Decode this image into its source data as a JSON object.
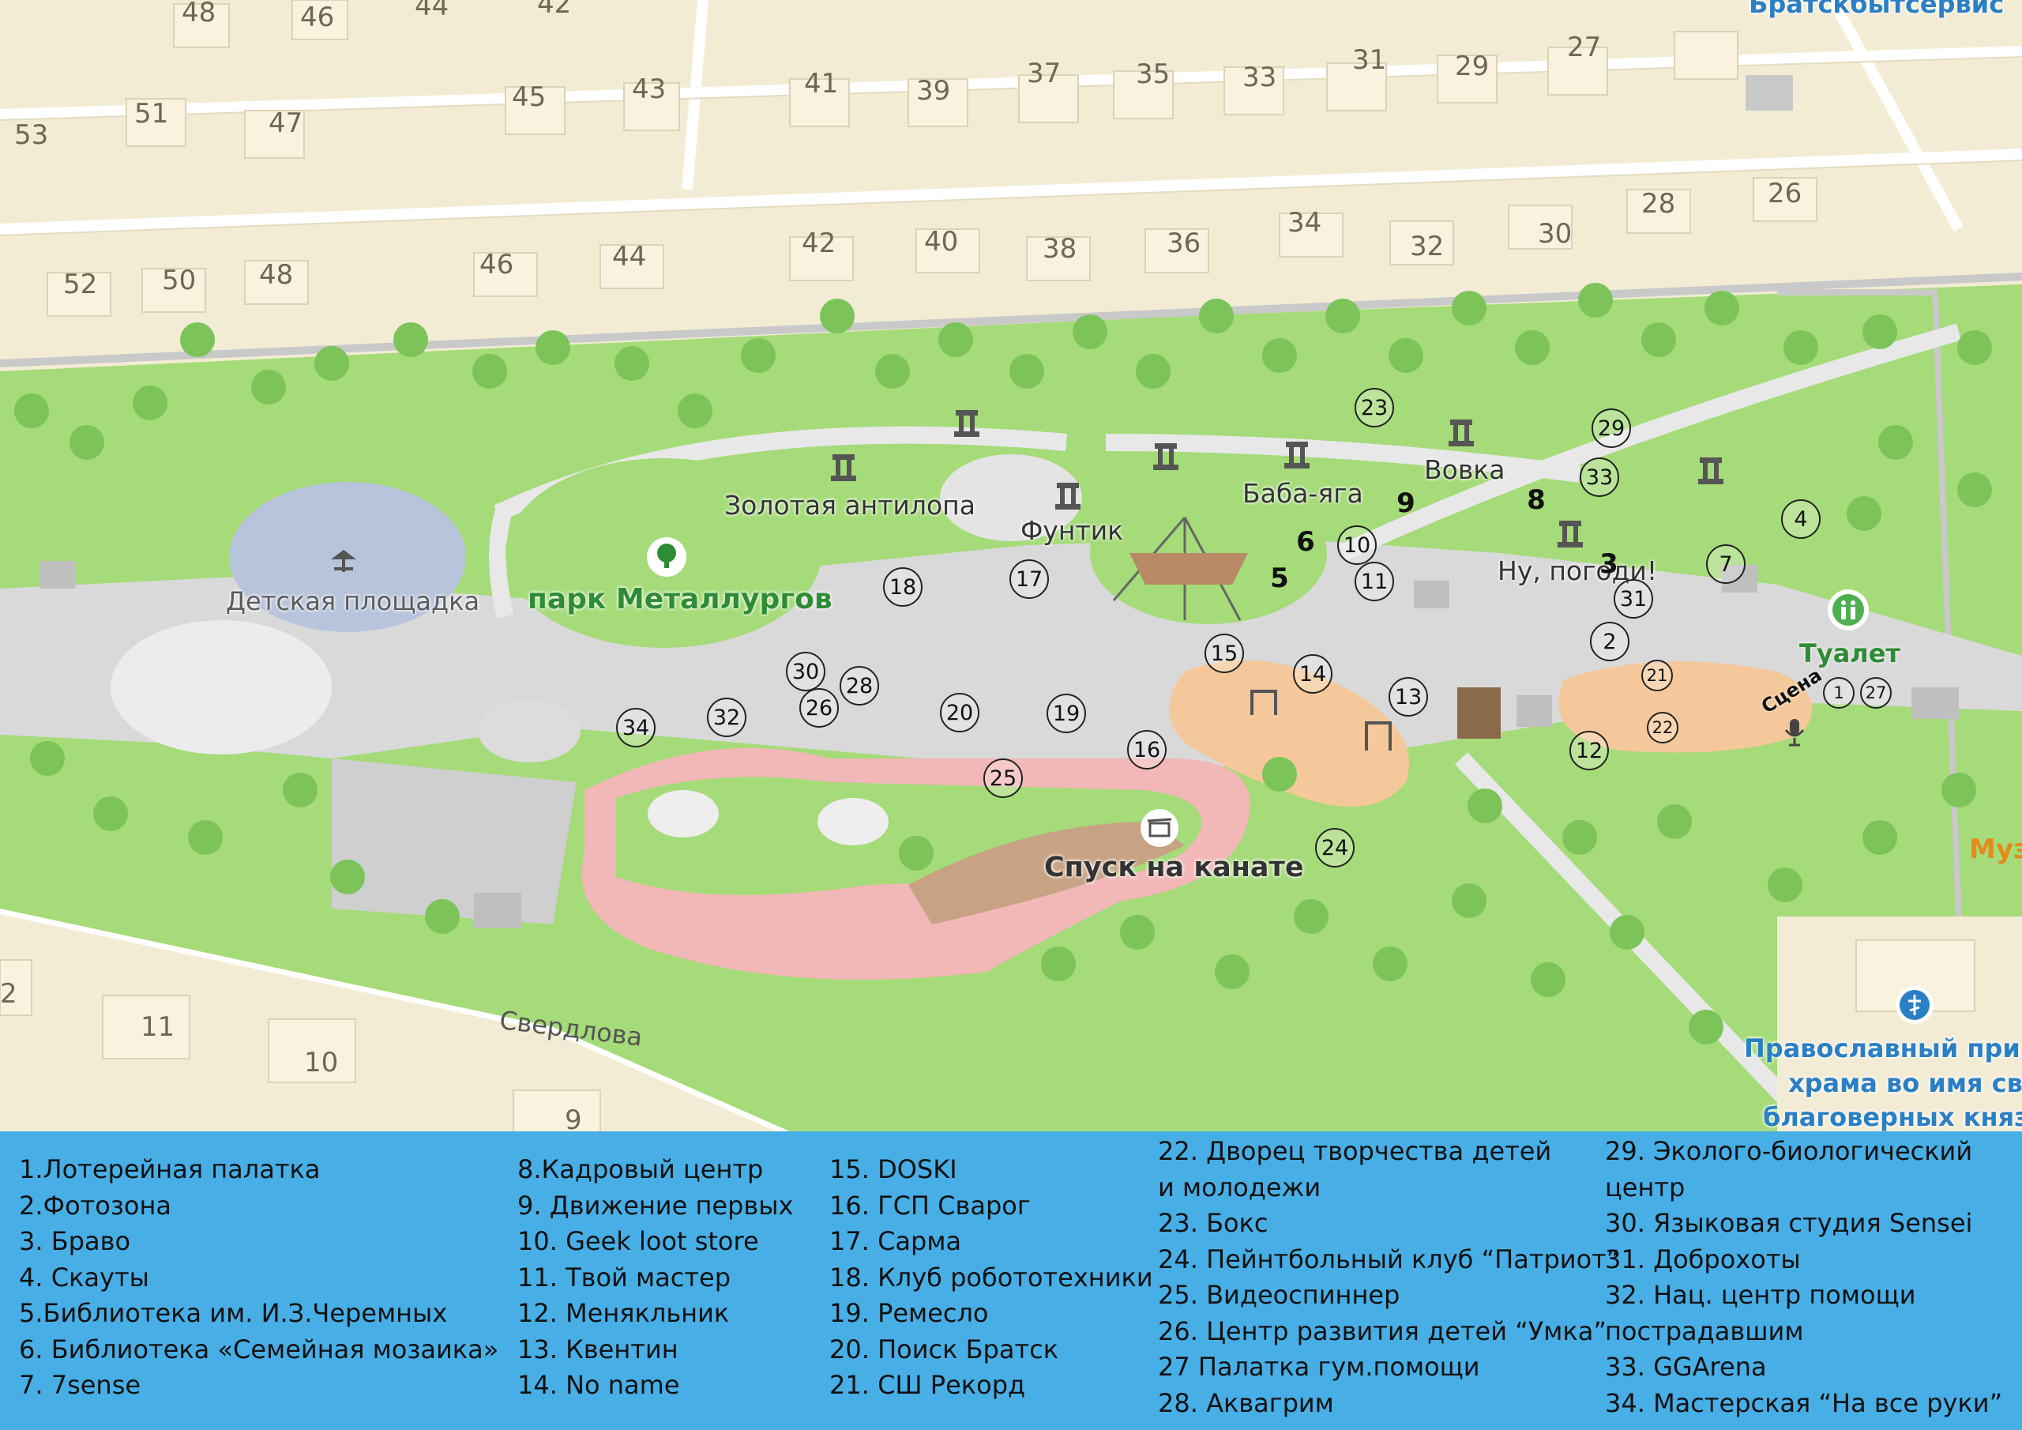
{
  "street_numbers": [
    {
      "id": "n48a",
      "t": "48"
    },
    {
      "id": "n46a",
      "t": "46"
    },
    {
      "id": "n44a",
      "t": "44"
    },
    {
      "id": "n42a",
      "t": "42"
    },
    {
      "id": "n51",
      "t": "51"
    },
    {
      "id": "n53",
      "t": "53"
    },
    {
      "id": "n47",
      "t": "47"
    },
    {
      "id": "n45",
      "t": "45"
    },
    {
      "id": "n43",
      "t": "43"
    },
    {
      "id": "n41",
      "t": "41"
    },
    {
      "id": "n39",
      "t": "39"
    },
    {
      "id": "n37",
      "t": "37"
    },
    {
      "id": "n35",
      "t": "35"
    },
    {
      "id": "n33",
      "t": "33"
    },
    {
      "id": "n31",
      "t": "31"
    },
    {
      "id": "n29",
      "t": "29"
    },
    {
      "id": "n27",
      "t": "27"
    },
    {
      "id": "n52",
      "t": "52"
    },
    {
      "id": "n50",
      "t": "50"
    },
    {
      "id": "n48b",
      "t": "48"
    },
    {
      "id": "n46b",
      "t": "46"
    },
    {
      "id": "n44b",
      "t": "44"
    },
    {
      "id": "n42b",
      "t": "42"
    },
    {
      "id": "n40",
      "t": "40"
    },
    {
      "id": "n38",
      "t": "38"
    },
    {
      "id": "n36",
      "t": "36"
    },
    {
      "id": "n34",
      "t": "34"
    },
    {
      "id": "n32",
      "t": "32"
    },
    {
      "id": "n30",
      "t": "30"
    },
    {
      "id": "n28",
      "t": "28"
    },
    {
      "id": "n26",
      "t": "26"
    },
    {
      "id": "n2",
      "t": "2"
    },
    {
      "id": "n11",
      "t": "11"
    },
    {
      "id": "n10",
      "t": "10"
    },
    {
      "id": "n9",
      "t": "9"
    }
  ],
  "places": {
    "playground": "Детская площадка",
    "park": "парк Металлургов",
    "antelope": "Золотая антилопа",
    "funtik": "Фунтик",
    "babayaga": "Баба-яга",
    "vovka": "Вовка",
    "nupogodi": "Ну, погоди!",
    "toilet": "Туалет",
    "stage": "Сцена",
    "zipline": "Спуск на канате",
    "street": "Свердлова",
    "service": "Братскбытсервис",
    "museum": "Муз",
    "church_1": "Православный при",
    "church_2": "храма во имя свят",
    "church_3": "благоверных княз"
  },
  "markers": [
    {
      "n": "23"
    },
    {
      "n": "29"
    },
    {
      "n": "33"
    },
    {
      "n": "9"
    },
    {
      "n": "8"
    },
    {
      "n": "4"
    },
    {
      "n": "6"
    },
    {
      "n": "10"
    },
    {
      "n": "3"
    },
    {
      "n": "7"
    },
    {
      "n": "5"
    },
    {
      "n": "11"
    },
    {
      "n": "31"
    },
    {
      "n": "2"
    },
    {
      "n": "18"
    },
    {
      "n": "17"
    },
    {
      "n": "15"
    },
    {
      "n": "14"
    },
    {
      "n": "21"
    },
    {
      "n": "30"
    },
    {
      "n": "28"
    },
    {
      "n": "26"
    },
    {
      "n": "13"
    },
    {
      "n": "1"
    },
    {
      "n": "27"
    },
    {
      "n": "22"
    },
    {
      "n": "34"
    },
    {
      "n": "32"
    },
    {
      "n": "20"
    },
    {
      "n": "19"
    },
    {
      "n": "16"
    },
    {
      "n": "12"
    },
    {
      "n": "25"
    },
    {
      "n": "24"
    }
  ],
  "legend": {
    "col1": [
      "1.Лотерейная палатка",
      "2.Фотозона",
      "3. Браво",
      "4. Скауты",
      "5.Библиотека им. И.З.Черемных",
      "6. Библиотека «Семейная мозаика»",
      "7. 7sense"
    ],
    "col2": [
      "8.Кадровый центр",
      "9. Движение первых",
      "10. Geek loot store",
      "11. Твой мастер",
      "12. Менякльник",
      "13. Квентин",
      "14. No name"
    ],
    "col3": [
      "15. DOSKI",
      "16. ГСП Сварог",
      "17. Сарма",
      "18. Клуб робототехники",
      "19. Ремесло",
      "20. Поиск Братск",
      "21. СШ Рекорд"
    ],
    "col4": [
      "22. Дворец творчества детей",
      "и молодежи",
      "23. Бокс",
      "24. Пейнтбольный клуб “Патриот”",
      "25. Видеоспиннер",
      "26. Центр развития детей “Умка”",
      "27 Палатка гум.помощи",
      "28. Аквагрим"
    ],
    "col5": [
      "29. Эколого-биологический",
      "центр",
      "30. Языковая студия Sensei",
      "31. Доброхоты",
      "32. Нац. центр помощи",
      "пострадавшим",
      "33. GGArena",
      "34. Мастерская “На все руки”"
    ]
  },
  "colors": {
    "legend_bg": "#48aee6",
    "lawn": "#9fd873",
    "plaza": "#d8d8d8",
    "blocks": "#f3ecd5",
    "pink_track": "#f2b7b7",
    "sand": "#f4c89a",
    "water": "#b8c4dc"
  }
}
